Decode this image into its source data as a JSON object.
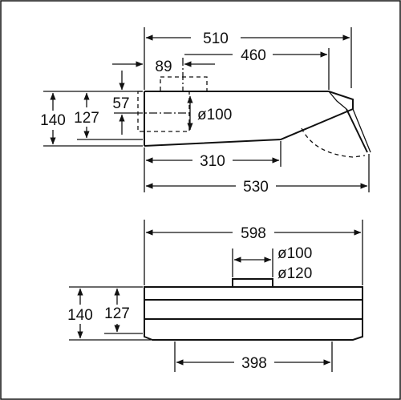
{
  "side_view": {
    "dim_overall_width": "510",
    "dim_vent_offset": "460",
    "dim_duct_setback": "89",
    "dim_duct_center": "57",
    "dim_duct_diameter": "ø100",
    "dim_height_total": "140",
    "dim_height_body": "127",
    "dim_visor_depth": "310",
    "dim_total_depth": "530"
  },
  "front_view": {
    "dim_width": "598",
    "dim_outlet_inner": "ø100",
    "dim_outlet_outer": "ø120",
    "dim_height_total": "140",
    "dim_height_body": "127",
    "dim_bottom_width": "398"
  },
  "colors": {
    "line": "#111111",
    "background": "#ffffff"
  }
}
